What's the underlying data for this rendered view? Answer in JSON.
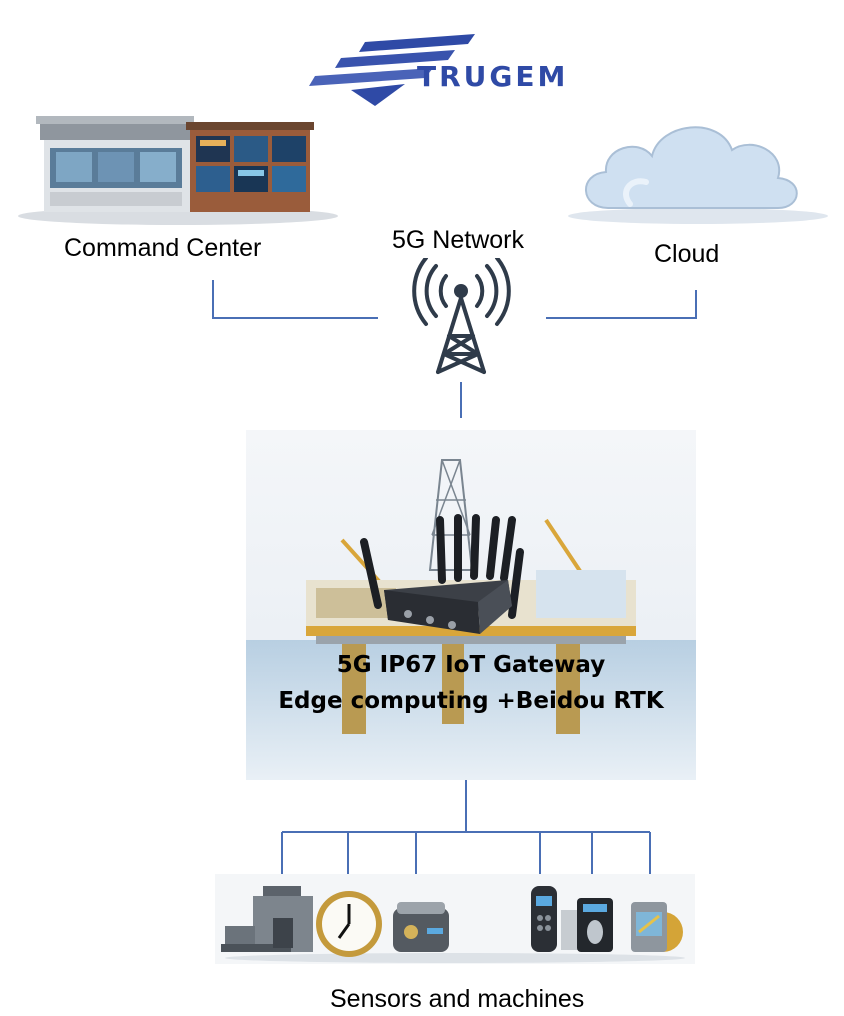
{
  "brand": {
    "name": "TRUGEM"
  },
  "nodes": {
    "command_center": {
      "label": "Command Center"
    },
    "network": {
      "label": "5G Network"
    },
    "cloud": {
      "label": "Cloud"
    },
    "gateway": {
      "line1": "5G IP67 IoT Gateway",
      "line2": "Edge computing +Beidou RTK"
    },
    "sensors": {
      "label": "Sensors and machines"
    }
  },
  "colors": {
    "connector": "#4a6fb5",
    "logo_blue": "#2f4aa6",
    "sea": "#cfe0ee"
  },
  "icons": {
    "logo": "trugem-logo",
    "command_center": "building-icon",
    "cloud": "cloud-icon",
    "tower": "cell-tower-icon",
    "gateway": "gateway-device-icon",
    "sensors": [
      "valve-icon",
      "clock-gauge-icon",
      "sensor-puck-icon",
      "remote-icon",
      "meter-icon",
      "display-meter-icon"
    ]
  }
}
